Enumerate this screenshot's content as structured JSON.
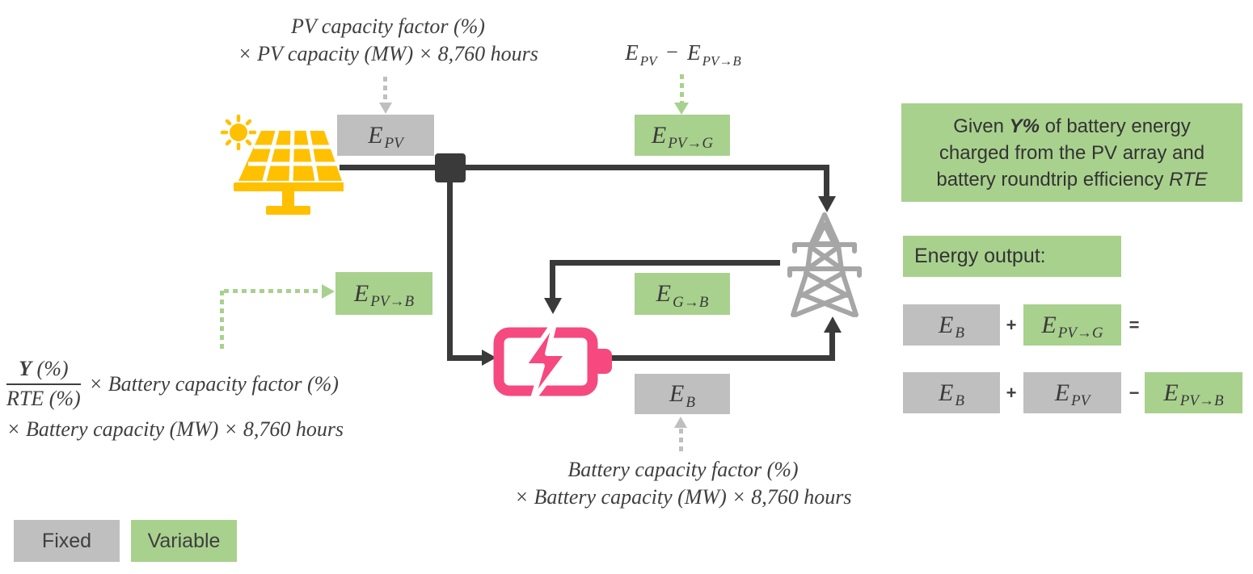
{
  "colors": {
    "variable_green": "#a9d18e",
    "fixed_gray": "#bfbfbf",
    "line_dark": "#3a3a3a",
    "battery_pink": "#f5497f",
    "solar_yellow": "#ffc000",
    "tower_gray": "#a6a6a6",
    "text_dark": "#3f3f3f"
  },
  "top_pv_formula": {
    "line1": "PV capacity factor (%)",
    "line2": "× PV capacity (MW) × 8,760 hours"
  },
  "pv_to_grid_annotation": {
    "lhs_base": "E",
    "lhs_sub": "PV",
    "operator": "−",
    "rhs_base": "E",
    "rhs_sub": "PV→B"
  },
  "flow_boxes": {
    "e_pv": {
      "base": "E",
      "sub": "PV",
      "type": "fixed"
    },
    "e_pv_g": {
      "base": "E",
      "sub": "PV→G",
      "type": "variable"
    },
    "e_pv_b": {
      "base": "E",
      "sub": "PV→B",
      "type": "variable"
    },
    "e_g_b": {
      "base": "E",
      "sub": "G→B",
      "type": "variable"
    },
    "e_b": {
      "base": "E",
      "sub": "B",
      "type": "fixed"
    }
  },
  "battery_charge_formula": {
    "numerator_y": "Y",
    "numerator_rest": " (%)",
    "denominator": "RTE (%)",
    "factor": "× Battery capacity factor (%)",
    "line2": "× Battery capacity (MW) × 8,760 hours"
  },
  "bottom_battery_formula": {
    "line1": "Battery capacity factor (%)",
    "line2": "× Battery capacity (MW) × 8,760 hours"
  },
  "right_panel": {
    "given_note": {
      "line1_pre": "Given ",
      "line1_bold": "Y%",
      "line1_post": " of battery energy",
      "line2": "charged from the PV array and",
      "line3_pre": "battery roundtrip efficiency ",
      "line3_italic": "RTE"
    },
    "energy_output_label": "Energy output:",
    "equation1": {
      "term1_base": "E",
      "term1_sub": "B",
      "op1": "+",
      "term2_base": "E",
      "term2_sub": "PV→G",
      "op2": "="
    },
    "equation2": {
      "term1_base": "E",
      "term1_sub": "B",
      "op1": "+",
      "term2_base": "E",
      "term2_sub": "PV",
      "op2": "−",
      "term3_base": "E",
      "term3_sub": "PV→B"
    }
  },
  "legend": {
    "fixed_label": "Fixed",
    "variable_label": "Variable"
  },
  "icons": {
    "solar": "solar-panel-icon",
    "battery": "battery-charging-icon",
    "grid": "transmission-tower-icon"
  }
}
